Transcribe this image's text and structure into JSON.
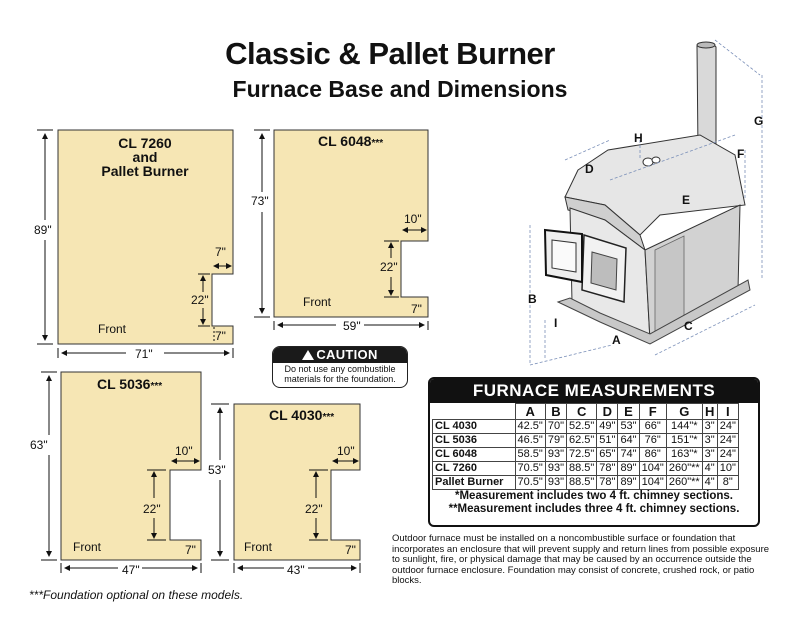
{
  "title": "Classic & Pallet Burner",
  "subtitle": "Furnace Base and Dimensions",
  "plans": {
    "cl7260": {
      "title_l1": "CL 7260",
      "title_l2": "and",
      "title_l3": "Pallet Burner",
      "height": "89\"",
      "width": "71\"",
      "notch_w": "7\"",
      "notch_h": "22\"",
      "bottom": "7\"",
      "front": "Front"
    },
    "cl6048": {
      "title": "CL 6048",
      "stars": "***",
      "height": "73\"",
      "width": "59\"",
      "notch_w": "10\"",
      "notch_h": "22\"",
      "bottom": "7\"",
      "front": "Front"
    },
    "cl5036": {
      "title": "CL 5036",
      "stars": "***",
      "height": "63\"",
      "width": "47\"",
      "notch_w": "10\"",
      "notch_h": "22\"",
      "bottom": "7\"",
      "front": "Front"
    },
    "cl4030": {
      "title": "CL 4030",
      "stars": "***",
      "height": "53\"",
      "width": "43\"",
      "notch_w": "10\"",
      "notch_h": "22\"",
      "bottom": "7\"",
      "front": "Front"
    }
  },
  "caution": {
    "heading": "CAUTION",
    "symbol": "!",
    "text": "Do not use any combustible materials for the foundation."
  },
  "furnace_labels": {
    "A": "A",
    "B": "B",
    "C": "C",
    "D": "D",
    "E": "E",
    "F": "F",
    "G": "G",
    "H": "H",
    "I": "I"
  },
  "measurements": {
    "title": "FURNACE MEASUREMENTS",
    "columns": [
      "A",
      "B",
      "C",
      "D",
      "E",
      "F",
      "G",
      "H",
      "I"
    ],
    "rows": [
      {
        "model": "CL 4030",
        "values": [
          "42.5\"",
          "70\"",
          "52.5\"",
          "49\"",
          "53\"",
          "66\"",
          "144\"*",
          "3\"",
          "24\""
        ]
      },
      {
        "model": "CL 5036",
        "values": [
          "46.5\"",
          "79\"",
          "62.5\"",
          "51\"",
          "64\"",
          "76\"",
          "151\"*",
          "3\"",
          "24\""
        ]
      },
      {
        "model": "CL 6048",
        "values": [
          "58.5\"",
          "93\"",
          "72.5\"",
          "65\"",
          "74\"",
          "86\"",
          "163\"*",
          "3\"",
          "24\""
        ]
      },
      {
        "model": "CL 7260",
        "values": [
          "70.5\"",
          "93\"",
          "88.5\"",
          "78\"",
          "89\"",
          "104\"",
          "260\"**",
          "4\"",
          "10\""
        ]
      },
      {
        "model": "Pallet Burner",
        "values": [
          "70.5\"",
          "93\"",
          "88.5\"",
          "78\"",
          "89\"",
          "104\"",
          "260\"**",
          "4\"",
          "8\""
        ]
      }
    ],
    "note1": "*Measurement includes two 4 ft. chimney sections.",
    "note2": "**Measurement includes three 4 ft. chimney sections."
  },
  "footnote": "***Foundation optional on these models.",
  "outdoor_note": "Outdoor furnace must be installed on a noncombustible surface or foundation that incorporates an enclosure that will prevent supply and return lines from possible exposure to sunlight, fire, or physical damage that may be caused by an occurrence outside the outdoor furnace enclosure. Foundation may consist of concrete, crushed rock, or patio blocks.",
  "colors": {
    "base_fill": "#f6e6b4",
    "furnace_body": "#e4e4e4",
    "dim_line": "#111111"
  }
}
